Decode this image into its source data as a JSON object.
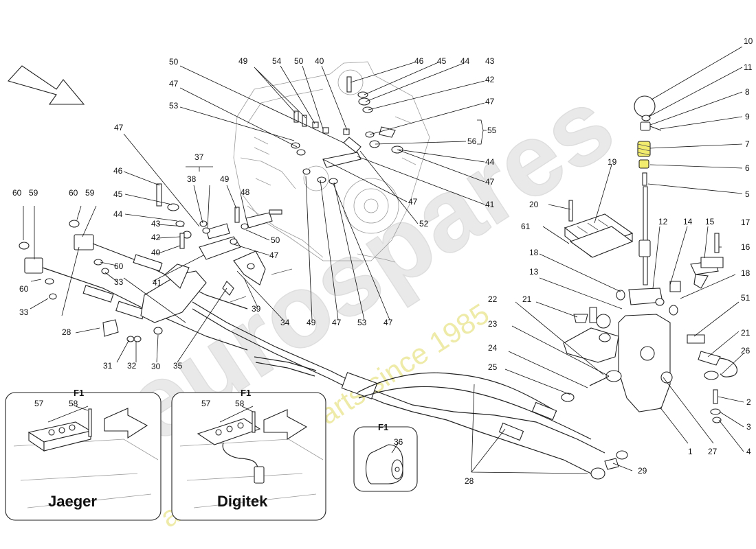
{
  "watermark": {
    "brand": "eurospares",
    "tagline": "a passion for parts since 1985"
  },
  "panels": {
    "left_title": "F1",
    "left_caption": "Jaeger",
    "middle_title": "F1",
    "middle_caption": "Digitek",
    "small_title": "F1"
  },
  "callouts": [
    {
      "id": "c1",
      "text": "1"
    },
    {
      "id": "c2",
      "text": "2"
    },
    {
      "id": "c3",
      "text": "3"
    },
    {
      "id": "c4",
      "text": "4"
    },
    {
      "id": "c5",
      "text": "5"
    },
    {
      "id": "c6",
      "text": "6"
    },
    {
      "id": "c7",
      "text": "7"
    },
    {
      "id": "c8",
      "text": "8"
    },
    {
      "id": "c9",
      "text": "9"
    },
    {
      "id": "c10",
      "text": "10"
    },
    {
      "id": "c11",
      "text": "11"
    },
    {
      "id": "c12",
      "text": "12"
    },
    {
      "id": "c13",
      "text": "13"
    },
    {
      "id": "c14",
      "text": "14"
    },
    {
      "id": "c15",
      "text": "15"
    },
    {
      "id": "c16",
      "text": "16"
    },
    {
      "id": "c17",
      "text": "17"
    },
    {
      "id": "c18a",
      "text": "18"
    },
    {
      "id": "c18b",
      "text": "18"
    },
    {
      "id": "c19",
      "text": "19"
    },
    {
      "id": "c20",
      "text": "20"
    },
    {
      "id": "c21a",
      "text": "21"
    },
    {
      "id": "c21b",
      "text": "21"
    },
    {
      "id": "c22",
      "text": "22"
    },
    {
      "id": "c23",
      "text": "23"
    },
    {
      "id": "c24",
      "text": "24"
    },
    {
      "id": "c25",
      "text": "25"
    },
    {
      "id": "c26",
      "text": "26"
    },
    {
      "id": "c27",
      "text": "27"
    },
    {
      "id": "c28a",
      "text": "28"
    },
    {
      "id": "c28b",
      "text": "28"
    },
    {
      "id": "c29",
      "text": "29"
    },
    {
      "id": "c30",
      "text": "30"
    },
    {
      "id": "c31",
      "text": "31"
    },
    {
      "id": "c32",
      "text": "32"
    },
    {
      "id": "c33a",
      "text": "33"
    },
    {
      "id": "c33b",
      "text": "33"
    },
    {
      "id": "c34",
      "text": "34"
    },
    {
      "id": "c35",
      "text": "35"
    },
    {
      "id": "c36",
      "text": "36"
    },
    {
      "id": "c37",
      "text": "37"
    },
    {
      "id": "c38",
      "text": "38"
    },
    {
      "id": "c39",
      "text": "39"
    },
    {
      "id": "c40a",
      "text": "40"
    },
    {
      "id": "c40b",
      "text": "40"
    },
    {
      "id": "c41a",
      "text": "41"
    },
    {
      "id": "c41b",
      "text": "41"
    },
    {
      "id": "c42a",
      "text": "42"
    },
    {
      "id": "c42b",
      "text": "42"
    },
    {
      "id": "c43a",
      "text": "43"
    },
    {
      "id": "c43b",
      "text": "43"
    },
    {
      "id": "c44a",
      "text": "44"
    },
    {
      "id": "c44b",
      "text": "44"
    },
    {
      "id": "c44c",
      "text": "44"
    },
    {
      "id": "c45a",
      "text": "45"
    },
    {
      "id": "c45b",
      "text": "45"
    },
    {
      "id": "c46a",
      "text": "46"
    },
    {
      "id": "c46b",
      "text": "46"
    },
    {
      "id": "c47a",
      "text": "47"
    },
    {
      "id": "c47b",
      "text": "47"
    },
    {
      "id": "c47c",
      "text": "47"
    },
    {
      "id": "c47d",
      "text": "47"
    },
    {
      "id": "c47e",
      "text": "47"
    },
    {
      "id": "c47f",
      "text": "47"
    },
    {
      "id": "c47g",
      "text": "47"
    },
    {
      "id": "c47h",
      "text": "47"
    },
    {
      "id": "c47i",
      "text": "47"
    },
    {
      "id": "c48",
      "text": "48"
    },
    {
      "id": "c49a",
      "text": "49"
    },
    {
      "id": "c49b",
      "text": "49"
    },
    {
      "id": "c49c",
      "text": "49"
    },
    {
      "id": "c50a",
      "text": "50"
    },
    {
      "id": "c50b",
      "text": "50"
    },
    {
      "id": "c50c",
      "text": "50"
    },
    {
      "id": "c51",
      "text": "51"
    },
    {
      "id": "c52",
      "text": "52"
    },
    {
      "id": "c53a",
      "text": "53"
    },
    {
      "id": "c53b",
      "text": "53"
    },
    {
      "id": "c54",
      "text": "54"
    },
    {
      "id": "c55",
      "text": "55"
    },
    {
      "id": "c56",
      "text": "56"
    },
    {
      "id": "c57a",
      "text": "57"
    },
    {
      "id": "c57b",
      "text": "57"
    },
    {
      "id": "c58a",
      "text": "58"
    },
    {
      "id": "c58b",
      "text": "58"
    },
    {
      "id": "c59a",
      "text": "59"
    },
    {
      "id": "c59b",
      "text": "59"
    },
    {
      "id": "c60a",
      "text": "60"
    },
    {
      "id": "c60b",
      "text": "60"
    },
    {
      "id": "c60c",
      "text": "60"
    },
    {
      "id": "c60d",
      "text": "60"
    },
    {
      "id": "c61",
      "text": "61"
    }
  ]
}
